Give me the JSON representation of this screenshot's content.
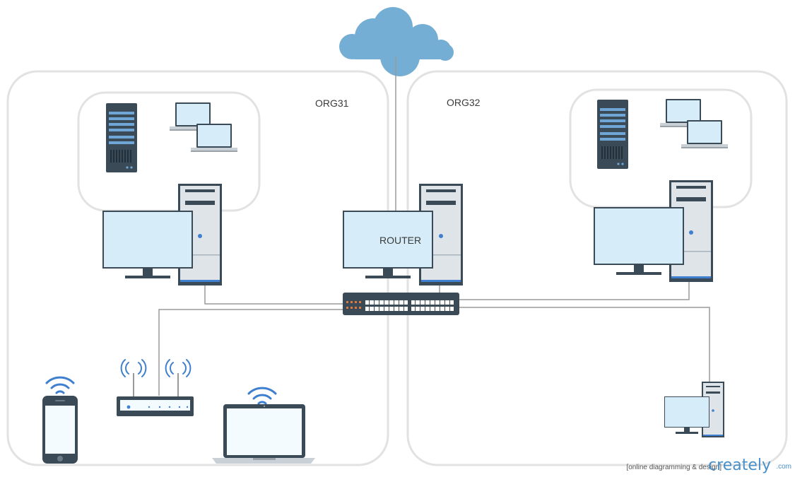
{
  "labels": {
    "org31": "ORG31",
    "org32": "ORG32",
    "router": "ROUTER"
  },
  "watermark": {
    "tagline": "[online diagramming & design]",
    "brand": "creately",
    "tld": ".com"
  },
  "colors": {
    "group_border": "#e2e2e2",
    "cloud": "#74aed4",
    "monitor_screen": "#d6ecf8",
    "device_dark": "#3a4a57",
    "tower_body": "#dfe4e8",
    "accent_blue": "#3f7fd0",
    "connector": "#9a9a9a"
  },
  "icons": [
    "cloud-icon",
    "server-icon",
    "laptop-icon",
    "desktop-computer-icon",
    "network-switch-icon",
    "wifi-router-icon",
    "smartphone-icon",
    "wifi-signal-icon"
  ]
}
